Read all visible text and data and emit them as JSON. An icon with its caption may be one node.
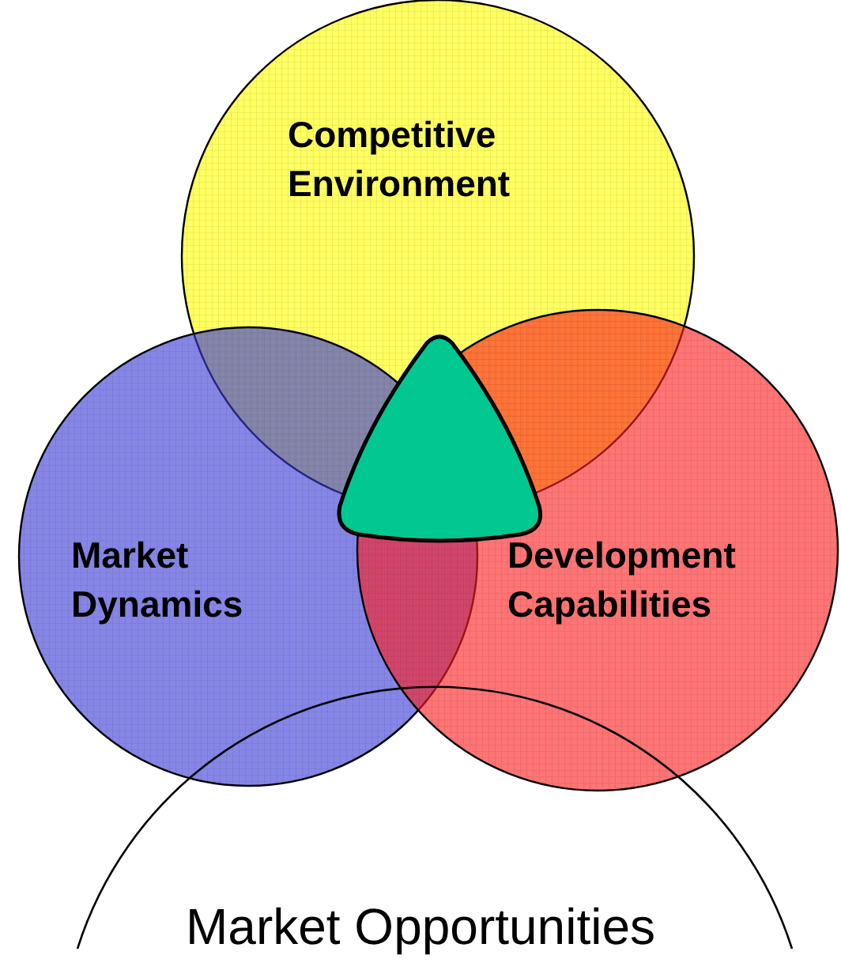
{
  "diagram": {
    "nodes": [
      {
        "text": [
          "Competitive Environment"
        ]
      },
      {
        "text": [
          "Market Dynamics"
        ]
      },
      {
        "text": [
          "Development Capabilities"
        ]
      },
      {
        "text": [],
        "shape": "triangle"
      }
    ],
    "labels": [
      "Market Opportunities"
    ]
  }
}
